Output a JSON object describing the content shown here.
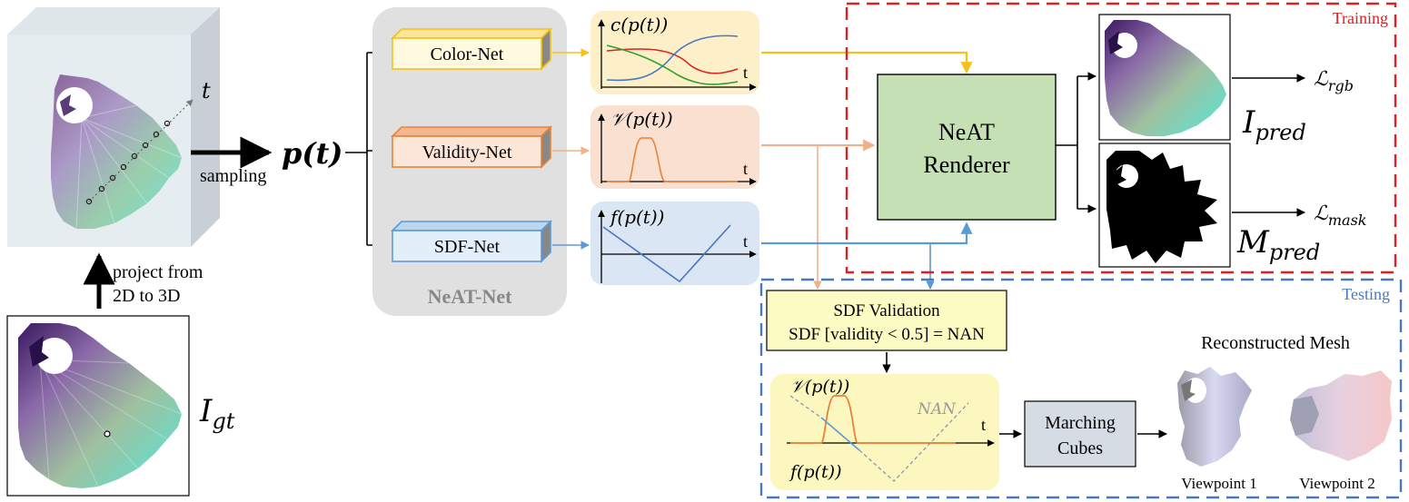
{
  "input": {
    "sampling": "sampling",
    "project_line1": "project from",
    "project_line2": "2D to 3D",
    "t_axis": "t",
    "point_label": "p(t)",
    "gt_label": "I",
    "gt_sub": "gt"
  },
  "neat_net": {
    "title": "NeAT-Net",
    "color_net": "Color-Net",
    "validity_net": "Validity-Net",
    "sdf_net": "SDF-Net"
  },
  "plots": {
    "color_label": "c(p(t))",
    "validity_label": "𝒱(p(t))",
    "sdf_label": "f(p(t))",
    "t_axis": "t"
  },
  "training": {
    "title": "Training",
    "renderer_line1": "NeAT",
    "renderer_line2": "Renderer",
    "loss_rgb": "ℒ",
    "loss_rgb_sub": "rgb",
    "loss_mask": "ℒ",
    "loss_mask_sub": "mask",
    "pred_image": "I",
    "pred_image_sub": "pred",
    "pred_mask": "M",
    "pred_mask_sub": "pred"
  },
  "testing": {
    "title": "Testing",
    "validation_line1": "SDF Validation",
    "validation_line2": "SDF [validity < 0.5] = NAN",
    "valid_plot_label": "𝒱(p(t))",
    "sdf_plot_label": "f(p(t))",
    "nan_label": "NAN",
    "t_axis": "t",
    "marching_line1": "Marching",
    "marching_line2": "Cubes",
    "mesh_title": "Reconstructed Mesh",
    "viewpoint1": "Viewpoint 1",
    "viewpoint2": "Viewpoint 2"
  },
  "colors": {
    "training_border": "#e02020",
    "testing_border": "#4a78c0",
    "color_net": "#f2c21b",
    "validity_net": "#e8823a",
    "sdf_net": "#5b9bd5",
    "renderer_fill": "#c5e0b4",
    "validation_fill": "#fdfbc4",
    "marching_fill": "#d6dce4"
  }
}
